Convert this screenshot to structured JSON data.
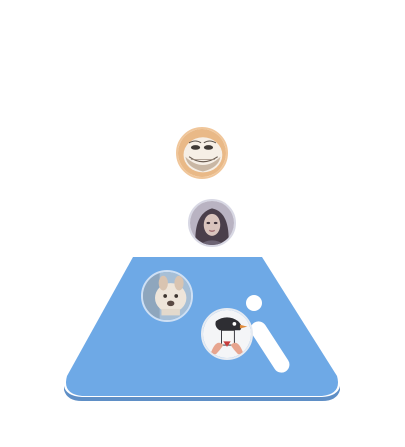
{
  "scene": {
    "background_color": "#ffffff",
    "flask_color": "#6ea9e6",
    "flask_shadow_color": "#5f8fc6",
    "highlight_color": "#ffffff"
  },
  "avatars": [
    {
      "id": "troll-face",
      "icon": "troll-face-avatar"
    },
    {
      "id": "woman-portrait",
      "icon": "woman-portrait-avatar"
    },
    {
      "id": "dog-photo",
      "icon": "dog-avatar"
    },
    {
      "id": "penguin-cartoon",
      "icon": "penguin-avatar"
    }
  ]
}
